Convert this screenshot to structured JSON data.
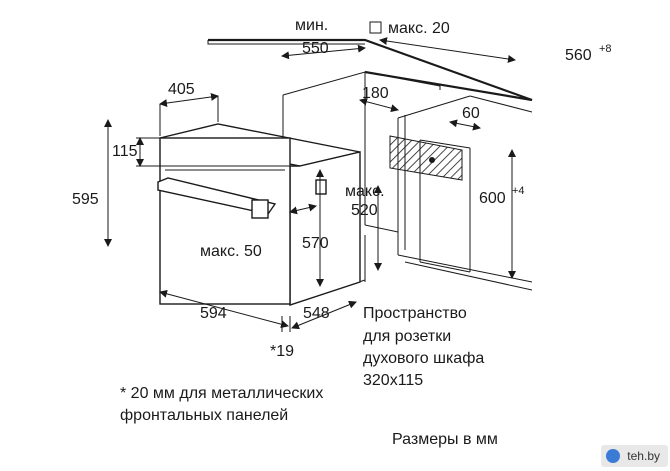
{
  "dims": {
    "min_label": "мин.",
    "d550": "550",
    "max20": "макс. 20",
    "d560": "560",
    "d560_sup": "+8",
    "d405": "405",
    "d180": "180",
    "d60": "60",
    "d115": "115",
    "d595": "595",
    "max_label": "макс.",
    "d520": "520",
    "d600": "600",
    "d600_sup": "+4",
    "max50": "макс. 50",
    "d570": "570",
    "d594": "594",
    "d548": "548",
    "d19": "*19"
  },
  "notes": {
    "socket_line1": "Пространство",
    "socket_line2": "для розетки",
    "socket_line3": "духового шкафа",
    "socket_line4": "320x115",
    "footnote_line1": "* 20 мм для металлических",
    "footnote_line2": "фронтальных панелей",
    "units": "Размеры в мм"
  },
  "watermark": {
    "text": "teh.by",
    "color": "#3a7bd5"
  }
}
